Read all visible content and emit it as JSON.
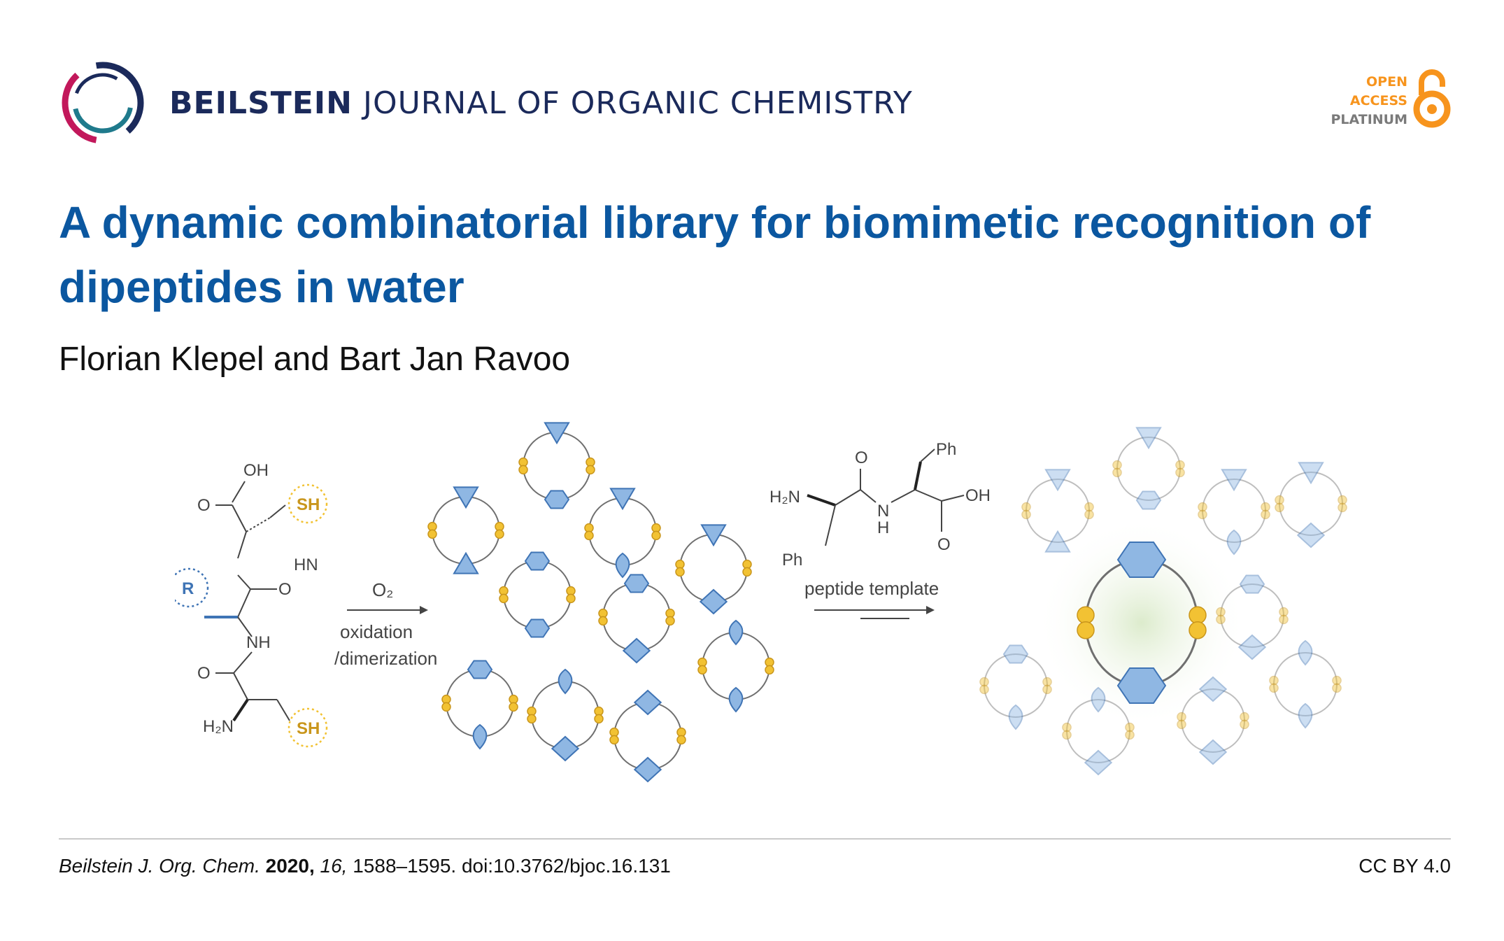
{
  "header": {
    "journal_bold": "BEILSTEIN",
    "journal_rest": "JOURNAL OF ORGANIC CHEMISTRY",
    "logo_icon": "beilstein-ring-logo",
    "open_access": {
      "line1": "OPEN",
      "line2": "ACCESS",
      "line3": "PLATINUM",
      "icon": "open-lock-icon",
      "color": "#f7941d"
    }
  },
  "article": {
    "title": "A dynamic combinatorial library for biomimetic recognition of dipeptides in water",
    "authors": "Florian Klepel and Bart Jan Ravoo"
  },
  "graphic": {
    "labels": {
      "oh": "OH",
      "o": "O",
      "sh": "SH",
      "hn": "HN",
      "nh": "NH",
      "r": "R",
      "h2n": "H₂N",
      "ph": "Ph",
      "n": "N",
      "h": "H",
      "o2": "O₂",
      "oxidation": "oxidation",
      "dimerization": "/dimerization",
      "peptide_template": "peptide template"
    },
    "colors": {
      "blue_fill": "#8fb7e3",
      "blue_stroke": "#3f74b5",
      "gold_fill": "#f2c233",
      "gold_stroke": "#c9961c",
      "ring": "#6f6f6f",
      "glow": "#dcebcc"
    }
  },
  "footer": {
    "journal_abbrev": "Beilstein J. Org. Chem.",
    "year": "2020,",
    "volume": "16,",
    "pages_doi": "1588–1595. doi:10.3762/bjoc.16.131",
    "license": "CC BY 4.0"
  }
}
